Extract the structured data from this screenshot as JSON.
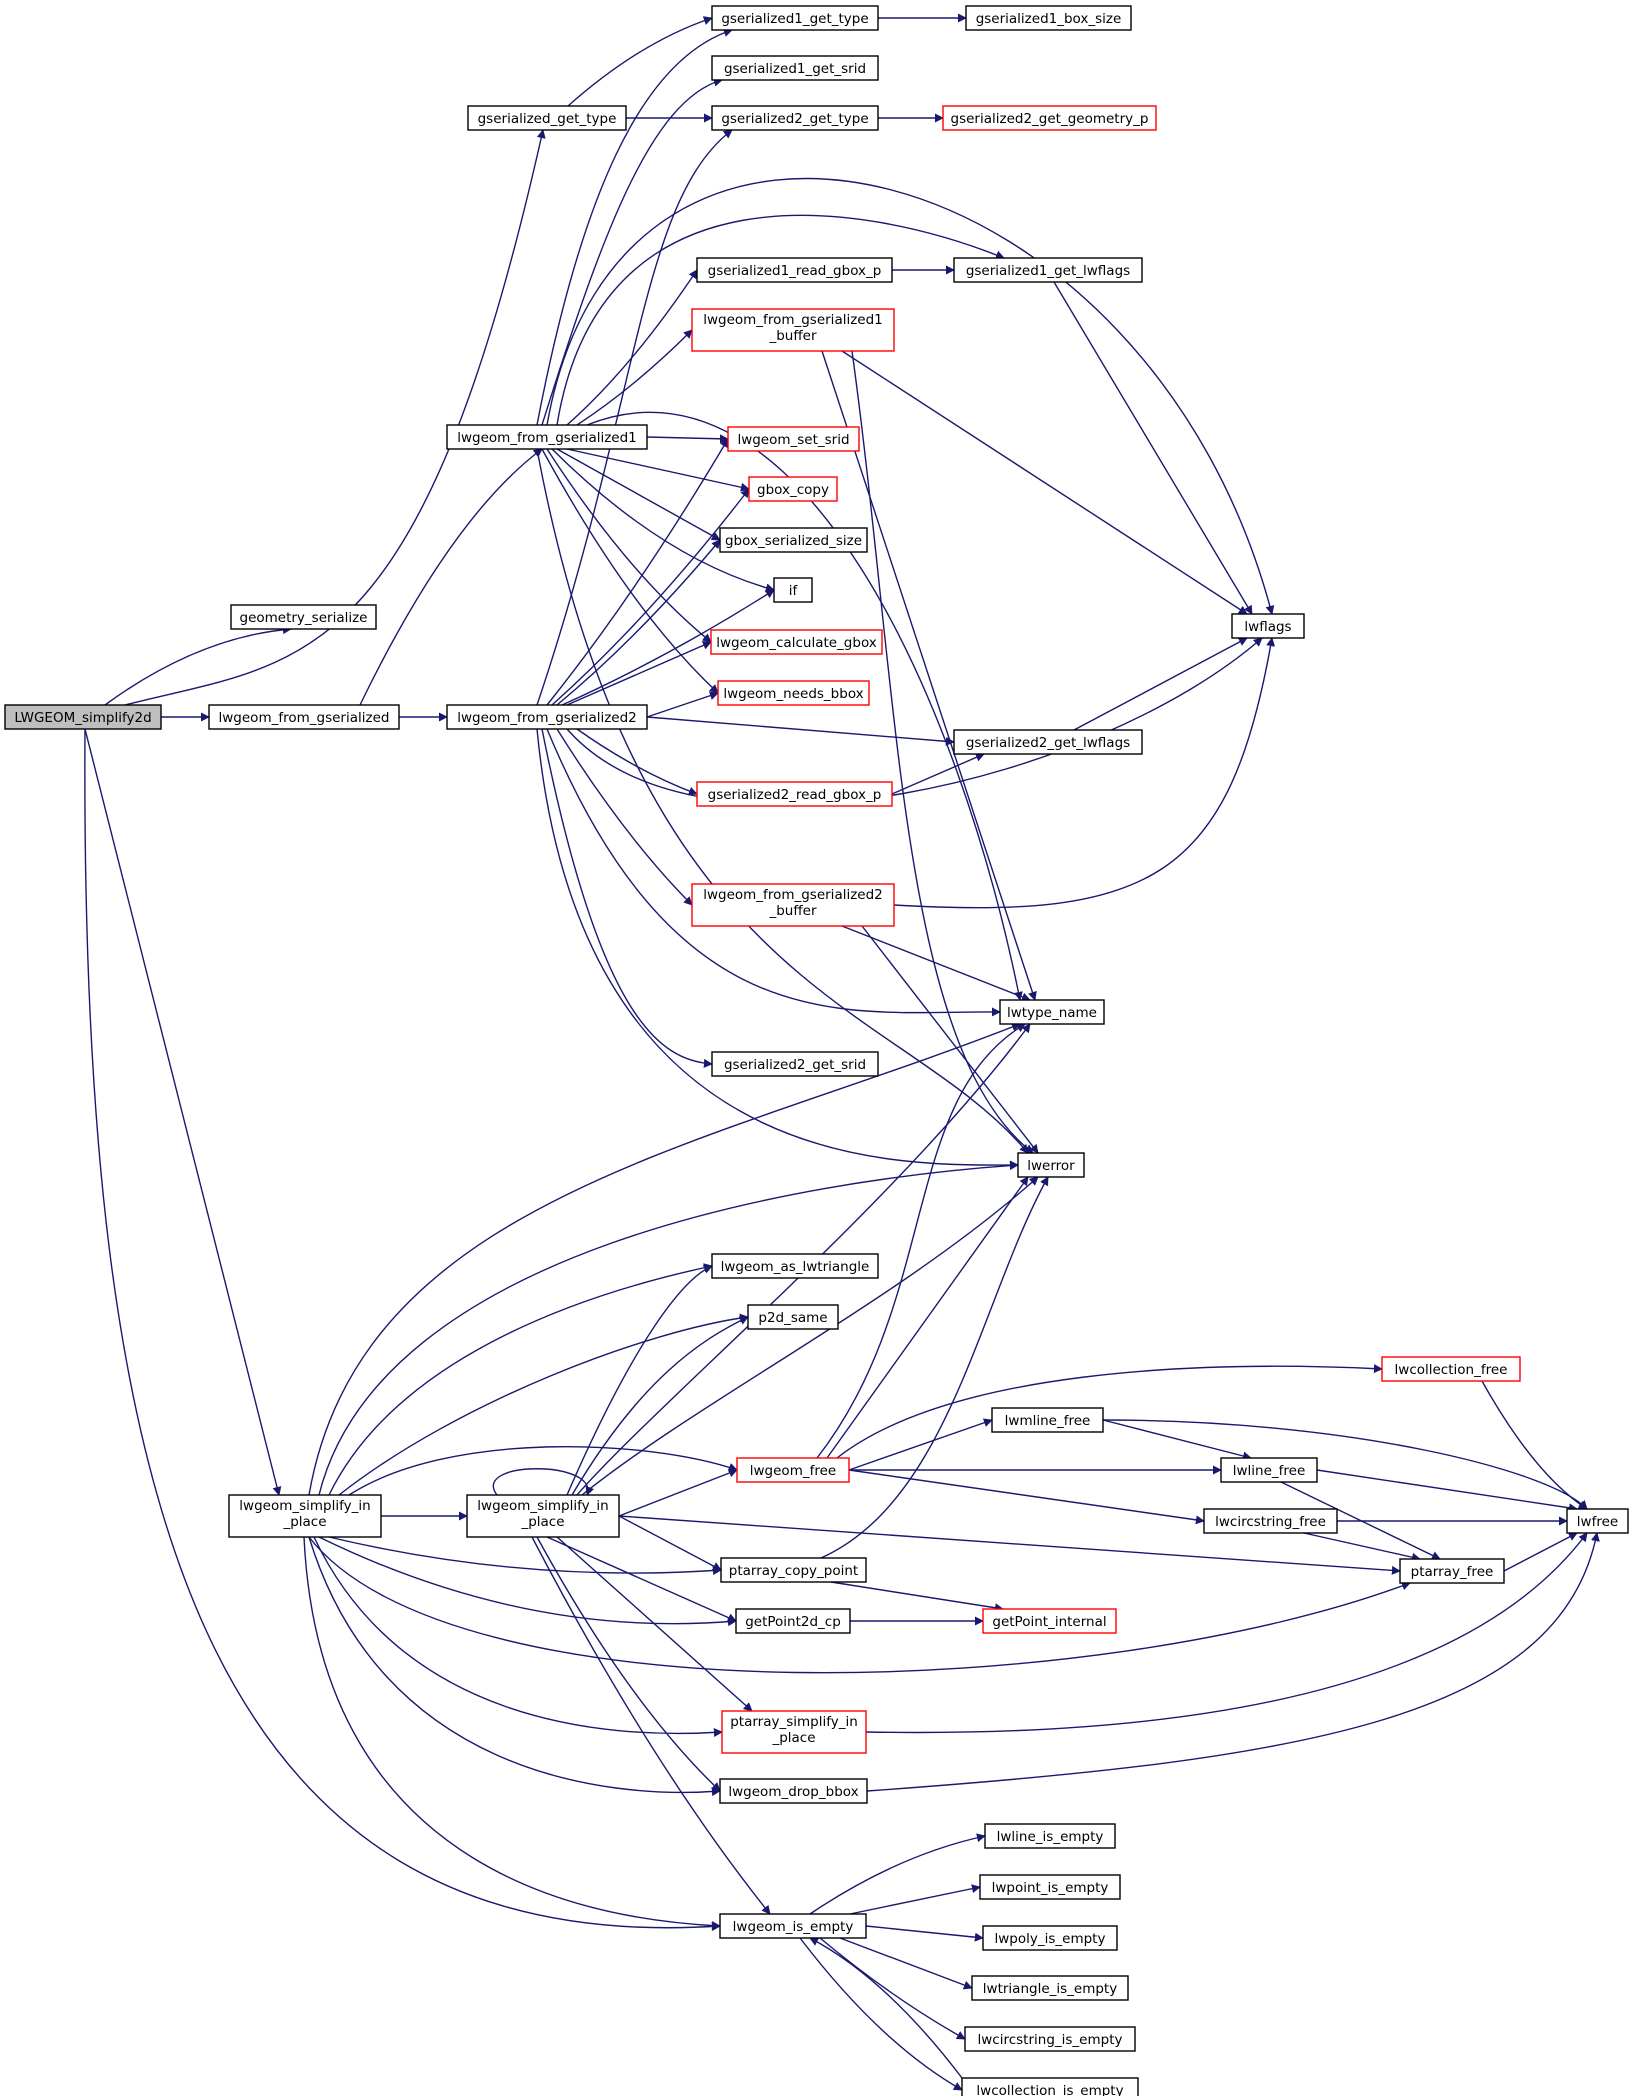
{
  "colors": {
    "edge": "#191970",
    "node_border": "#000000",
    "node_border_truncated": "#ff0000",
    "root_fill": "#bfbfbf",
    "background": "#ffffff"
  },
  "nodes": {
    "root": "LWGEOM_simplify2d",
    "geometry_serialize": "geometry_serialize",
    "gserialized_get_type": "gserialized_get_type",
    "lwgeom_from_gserialized": "lwgeom_from_gserialized",
    "lwgeom_from_gserialized1": "lwgeom_from_gserialized1",
    "lwgeom_from_gserialized2": "lwgeom_from_gserialized2",
    "gserialized1_get_type": "gserialized1_get_type",
    "gserialized1_box_size": "gserialized1_box_size",
    "gserialized1_get_srid": "gserialized1_get_srid",
    "gserialized2_get_type": "gserialized2_get_type",
    "gserialized2_get_geometry_p": "gserialized2_get_geometry_p",
    "gserialized1_read_gbox_p": "gserialized1_read_gbox_p",
    "gserialized1_get_lwflags": "gserialized1_get_lwflags",
    "lwgeom_from_gserialized1_buffer": [
      "lwgeom_from_gserialized1",
      "_buffer"
    ],
    "lwgeom_set_srid": "lwgeom_set_srid",
    "gbox_copy": "gbox_copy",
    "gbox_serialized_size": "gbox_serialized_size",
    "if": "if",
    "lwflags": "lwflags",
    "lwgeom_calculate_gbox": "lwgeom_calculate_gbox",
    "lwgeom_needs_bbox": "lwgeom_needs_bbox",
    "gserialized2_get_lwflags": "gserialized2_get_lwflags",
    "gserialized2_read_gbox_p": "gserialized2_read_gbox_p",
    "lwgeom_from_gserialized2_buffer": [
      "lwgeom_from_gserialized2",
      "_buffer"
    ],
    "lwtype_name": "lwtype_name",
    "gserialized2_get_srid": "gserialized2_get_srid",
    "lwerror": "lwerror",
    "lwgeom_as_lwtriangle": "lwgeom_as_lwtriangle",
    "p2d_same": "p2d_same",
    "lwcollection_free": "lwcollection_free",
    "lwmline_free": "lwmline_free",
    "lwgeom_simplify_in_place": [
      "lwgeom_simplify_in",
      "_place"
    ],
    "lwgeom_simplify_in_place_2": [
      "lwgeom_simplify_in",
      "_place"
    ],
    "lwgeom_free": "lwgeom_free",
    "lwline_free": "lwline_free",
    "lwcircstring_free": "lwcircstring_free",
    "lwfree": "lwfree",
    "ptarray_copy_point": "ptarray_copy_point",
    "ptarray_free": "ptarray_free",
    "getPoint2d_cp": "getPoint2d_cp",
    "getPoint_internal": "getPoint_internal",
    "ptarray_simplify_in_place": [
      "ptarray_simplify_in",
      "_place"
    ],
    "lwgeom_drop_bbox": "lwgeom_drop_bbox",
    "lwline_is_empty": "lwline_is_empty",
    "lwpoint_is_empty": "lwpoint_is_empty",
    "lwgeom_is_empty": "lwgeom_is_empty",
    "lwpoly_is_empty": "lwpoly_is_empty",
    "lwtriangle_is_empty": "lwtriangle_is_empty",
    "lwcircstring_is_empty": "lwcircstring_is_empty",
    "lwcollection_is_empty": "lwcollection_is_empty"
  }
}
